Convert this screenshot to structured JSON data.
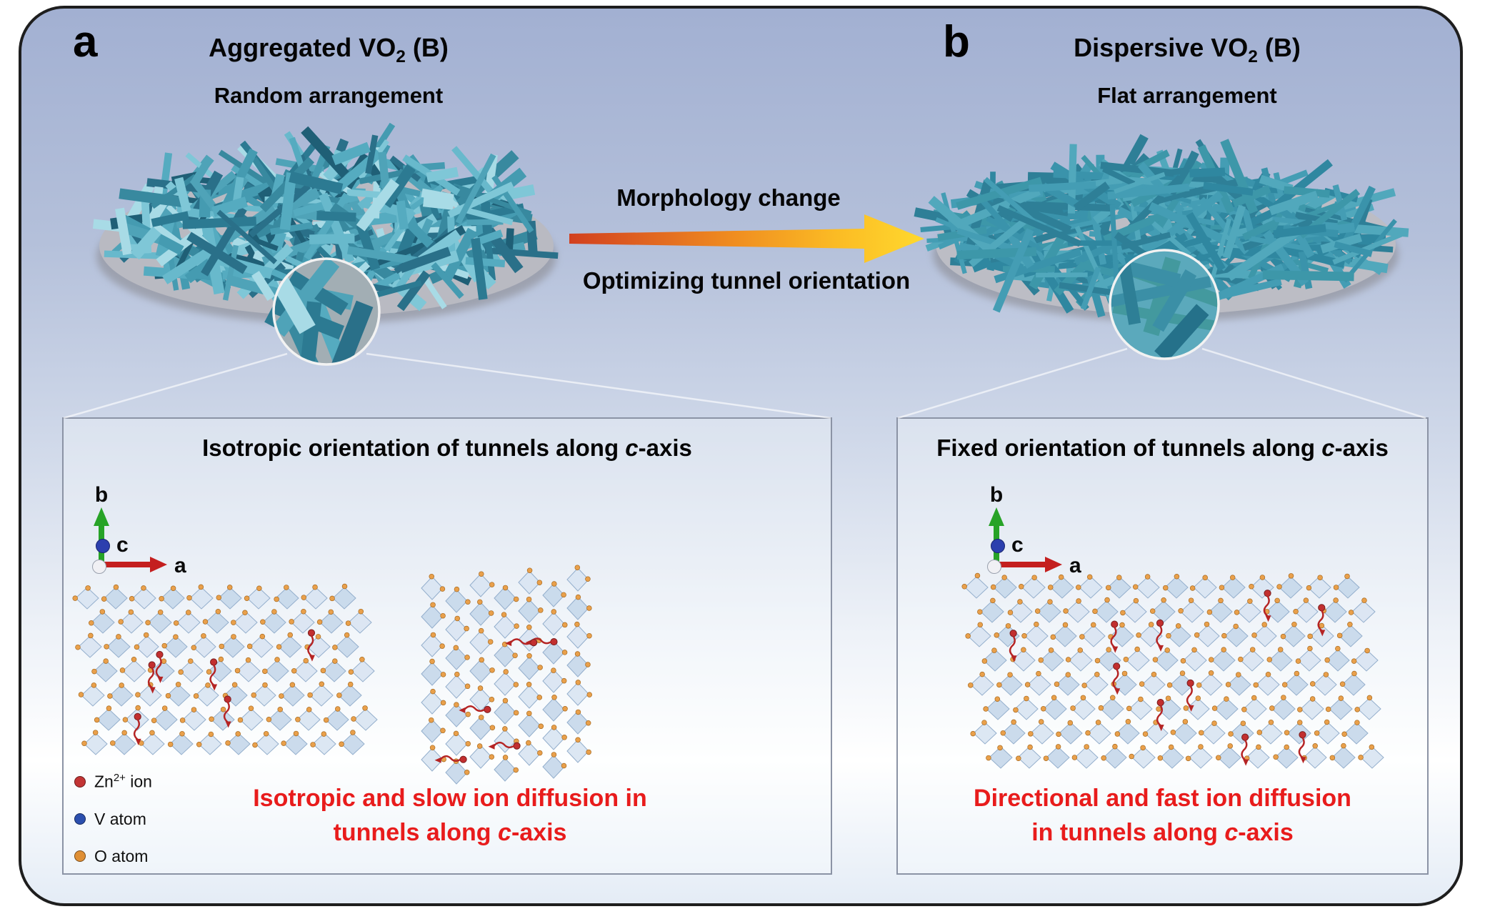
{
  "panel_a": {
    "label": "a",
    "title_main": "Aggregated VO",
    "title_sub": "2",
    "title_tail": " (B)",
    "subtitle": "Random arrangement"
  },
  "panel_b": {
    "label": "b",
    "title_main": "Dispersive VO",
    "title_sub": "2",
    "title_tail": " (B)",
    "subtitle": "Flat arrangement"
  },
  "transition": {
    "line1": "Morphology change",
    "line2": "Optimizing tunnel orientation"
  },
  "detail_a": {
    "title_prefix": "Isotropic orientation of tunnels along ",
    "title_axis": "c",
    "title_suffix": "-axis",
    "caption_line1": "Isotropic and slow ion diffusion in",
    "caption_line2_prefix": "tunnels along ",
    "caption_line2_axis": "c",
    "caption_line2_suffix": "-axis"
  },
  "detail_b": {
    "title_prefix": "Fixed orientation of tunnels along ",
    "title_axis": "c",
    "title_suffix": "-axis",
    "caption_line1": "Directional and fast ion diffusion",
    "caption_line2_prefix": "in tunnels along ",
    "caption_line2_axis": "c",
    "caption_line2_suffix": "-axis"
  },
  "axes": {
    "a": "a",
    "b": "b",
    "c": "c"
  },
  "legend": {
    "zn_prefix": "Zn",
    "zn_sup": "2+",
    "zn_suffix": " ion",
    "v_label": "V atom",
    "o_label": "O atom"
  },
  "colors": {
    "red_text": "#e81c1c",
    "arrow_start": "#d2401f",
    "arrow_mid": "#ef8b20",
    "arrow_end": "#ffd92e",
    "rod_teal": "#3f93ab",
    "zn_ion": "#c23434",
    "v_atom": "#2b4fae",
    "o_atom": "#df8f35",
    "a_axis_red": "#c41f1f",
    "b_axis_green": "#27a327",
    "c_axis_blue": "#2c3fae"
  }
}
